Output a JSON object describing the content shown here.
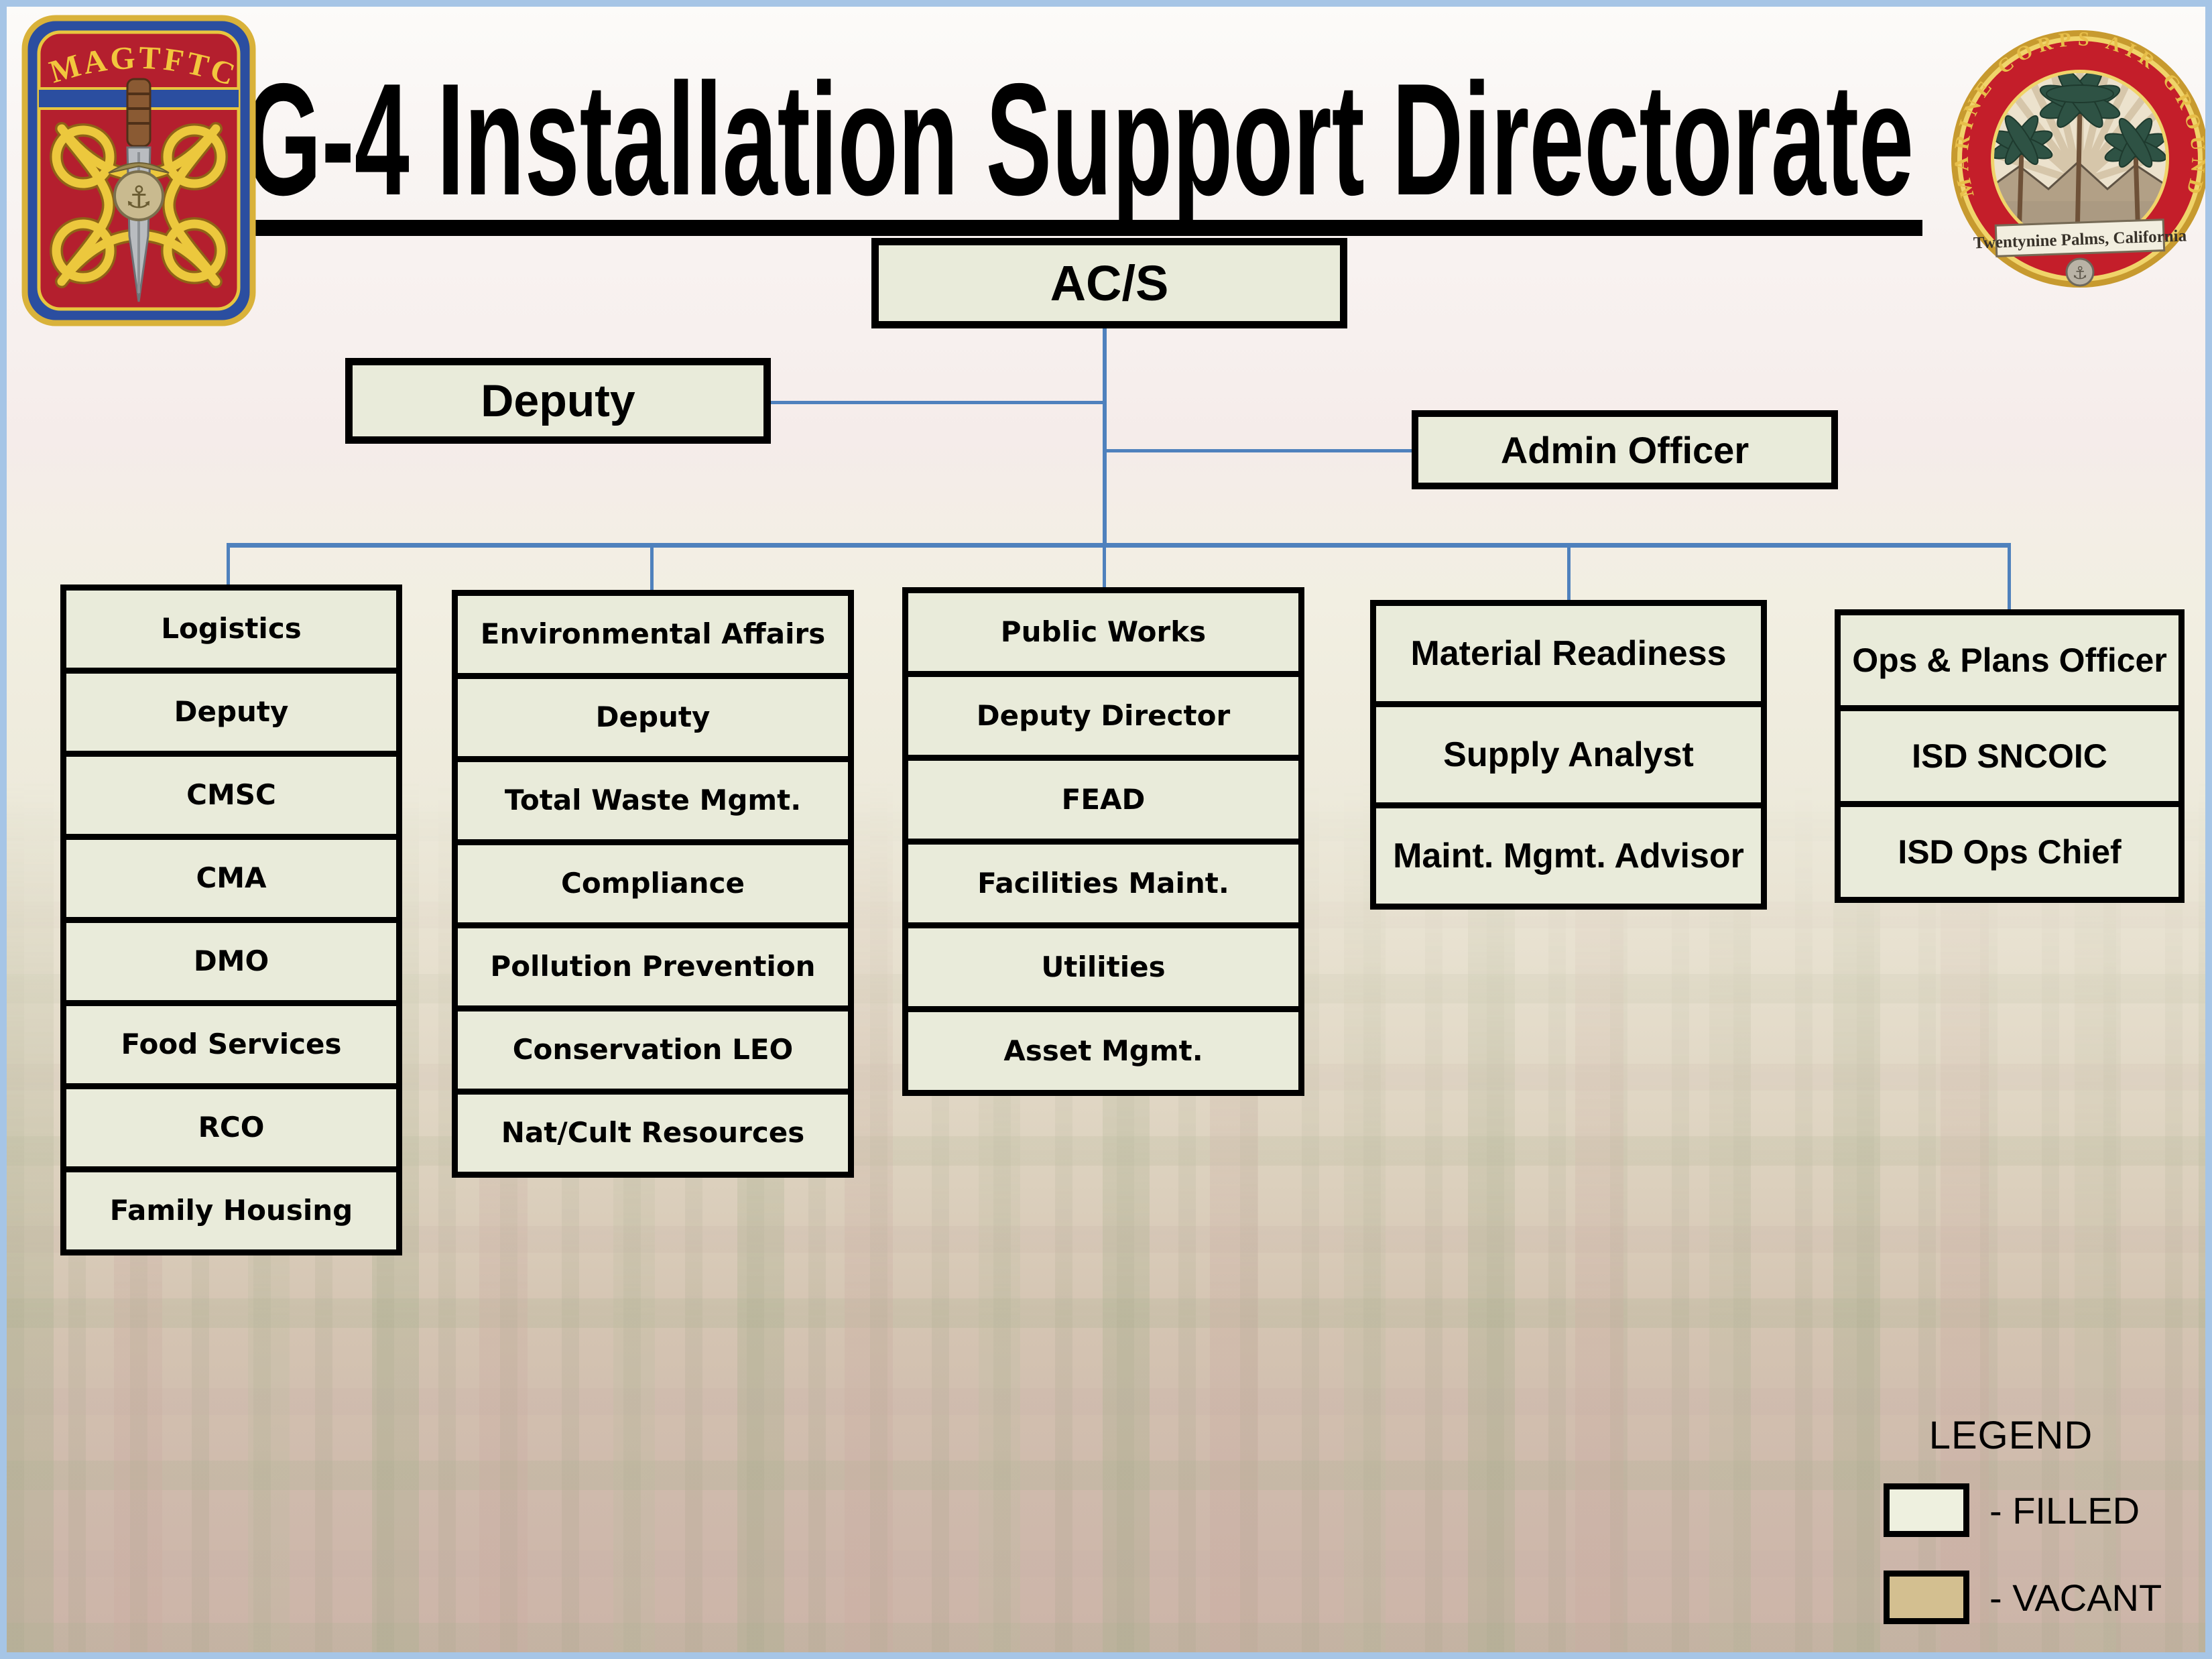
{
  "title": "G-4 Installation Support Directorate",
  "logos": {
    "left": {
      "text": "MAGTFTC"
    },
    "right": {
      "ring_text": "MARINE  CORPS  AIR  GROUND  COMBAT  CENTER",
      "banner": "Twentynine Palms, California"
    }
  },
  "top_boxes": {
    "acs": "AC/S",
    "deputy": "Deputy",
    "admin": "Admin Officer"
  },
  "columns": [
    {
      "id": "logistics",
      "header": "Logistics",
      "items": [
        "Deputy",
        "CMSC",
        "CMA",
        "DMO",
        "Food Services",
        "RCO",
        "Family Housing"
      ]
    },
    {
      "id": "environmental-affairs",
      "header": "Environmental Affairs",
      "items": [
        "Deputy",
        "Total Waste Mgmt.",
        "Compliance",
        "Pollution Prevention",
        "Conservation LEO",
        "Nat/Cult Resources"
      ]
    },
    {
      "id": "public-works",
      "header": "Public Works",
      "items": [
        "Deputy Director",
        "FEAD",
        "Facilities Maint.",
        "Utilities",
        "Asset Mgmt."
      ]
    },
    {
      "id": "material-readiness",
      "header": "Material Readiness",
      "items": [
        "Supply Analyst",
        "Maint. Mgmt. Advisor"
      ]
    },
    {
      "id": "ops-plans",
      "header": "Ops & Plans Officer",
      "items": [
        "ISD SNCOIC",
        "ISD Ops Chief"
      ]
    }
  ],
  "legend": {
    "title": "LEGEND",
    "entries": [
      {
        "label": "- FILLED",
        "color": "#eef0df"
      },
      {
        "label": "- VACANT",
        "color": "#d3bf90"
      }
    ]
  },
  "colors": {
    "box_fill": "#e9ebda",
    "box_border": "#000000",
    "connector": "#4f81bd",
    "page_border": "#a6c5e6",
    "filled": "#eef0df",
    "vacant": "#d3bf90"
  }
}
